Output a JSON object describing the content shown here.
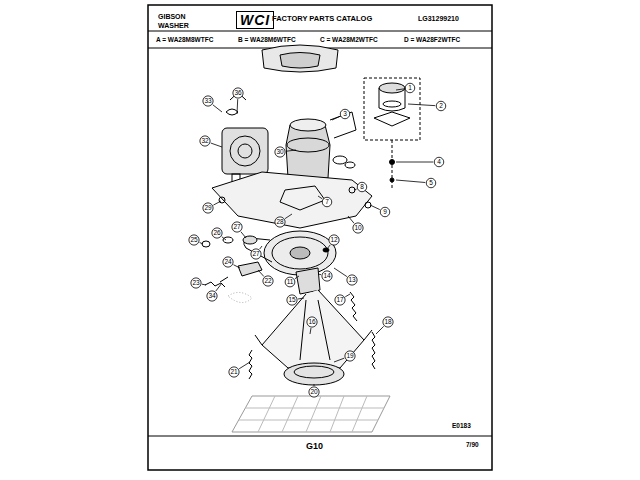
{
  "diagram": {
    "labels": [
      "GIBSON",
      "WASHER",
      "WCI",
      "FACTORY PARTS CATALOG",
      "LG31299210",
      "A = WA28M8WTFC",
      "B = WA28M6WTFC",
      "C = WA28M2WTFC",
      "D = WA28F2WTFC",
      "33",
      "36",
      "1",
      "2",
      "3",
      "32",
      "30",
      "4",
      "5",
      "8",
      "7",
      "9",
      "29",
      "10",
      "28",
      "27",
      "26",
      "25",
      "27",
      "12",
      "11",
      "13",
      "22",
      "24",
      "14",
      "34",
      "23",
      "15",
      "17",
      "16",
      "18",
      "19",
      "21",
      "20",
      "E0183",
      "G10",
      "7/90"
    ]
  }
}
